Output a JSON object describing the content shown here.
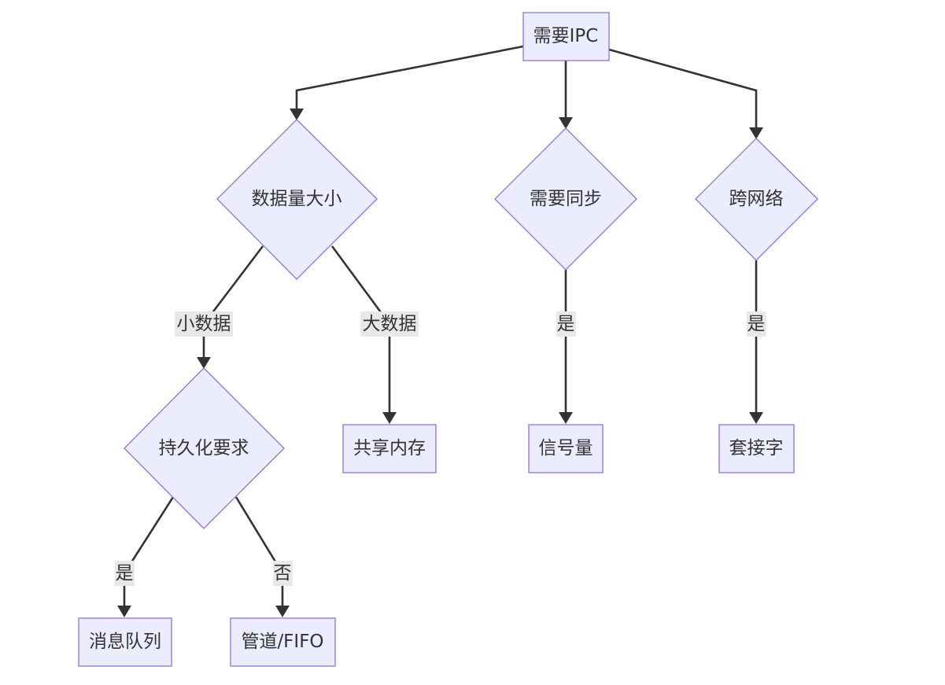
{
  "nodes": {
    "need_ipc": "需要IPC",
    "data_size": "数据量大小",
    "need_sync": "需要同步",
    "cross_network": "跨网络",
    "persistence": "持久化要求",
    "shared_memory": "共享内存",
    "semaphore": "信号量",
    "socket": "套接字",
    "message_queue": "消息队列",
    "pipe_fifo": "管道/FIFO"
  },
  "edge_labels": {
    "small_data": "小数据",
    "large_data": "大数据",
    "sync_yes": "是",
    "network_yes": "是",
    "persist_yes": "是",
    "persist_no": "否"
  },
  "colors": {
    "node_fill": "#ECECFF",
    "node_stroke": "#9370DB",
    "edge": "#333333",
    "label_bg": "#E8E8E8",
    "text": "#333333"
  }
}
